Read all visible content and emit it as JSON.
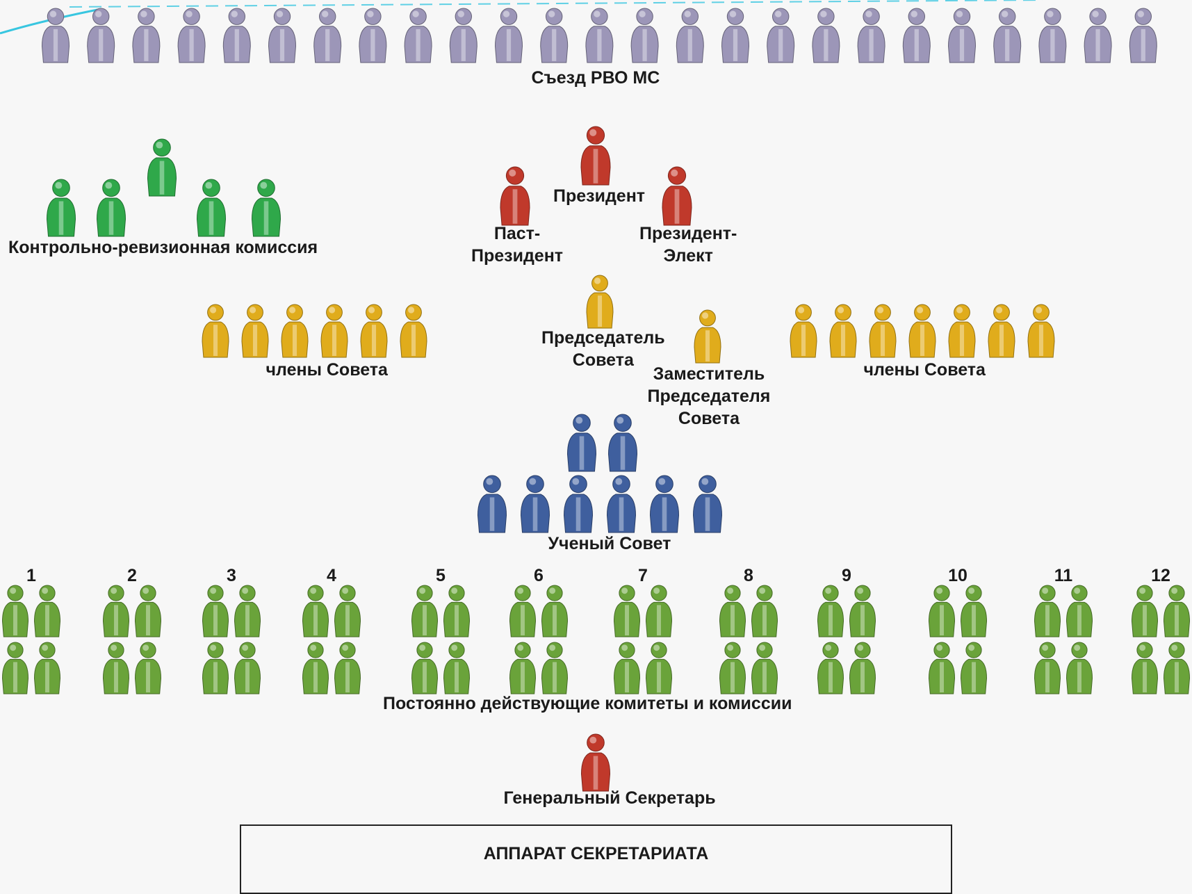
{
  "colors": {
    "congress": "#9c96b8",
    "audit": "#2fa84a",
    "leadership": "#c0392b",
    "council": "#e0ac1c",
    "scientific": "#3f5f9e",
    "committees": "#6aa33a",
    "secretary": "#c0392b",
    "accent": "#38c6e0"
  },
  "icons": {
    "person": "person-icon"
  },
  "congress": {
    "label": "Съезд РВО МС",
    "count": 25
  },
  "audit": {
    "label": "Контрольно-ревизионная комиссия",
    "count": 5
  },
  "leadership": {
    "president": "Президент",
    "past_president": "Паст-\nПрезидент",
    "president_elect": "Президент-\nЭлект"
  },
  "council": {
    "members_left": "члены Совета",
    "members_right": "члены Совета",
    "members_left_count": 6,
    "members_right_count": 7,
    "chair": "Председатель\nСовета",
    "deputy_chair": "Заместитель\nПредседателя\nСовета"
  },
  "scientific_council": {
    "label": "Ученый Совет",
    "count": 8
  },
  "committees": {
    "label": "Постоянно действующие комитеты и комиссии",
    "numbers": [
      "1",
      "2",
      "3",
      "4",
      "5",
      "6",
      "7",
      "8",
      "9",
      "10",
      "11",
      "12"
    ],
    "members_per_group": 4
  },
  "secretary": {
    "label": "Генеральный Секретарь"
  },
  "secretariat": {
    "label": "АППАРАТ СЕКРЕТАРИАТА"
  }
}
